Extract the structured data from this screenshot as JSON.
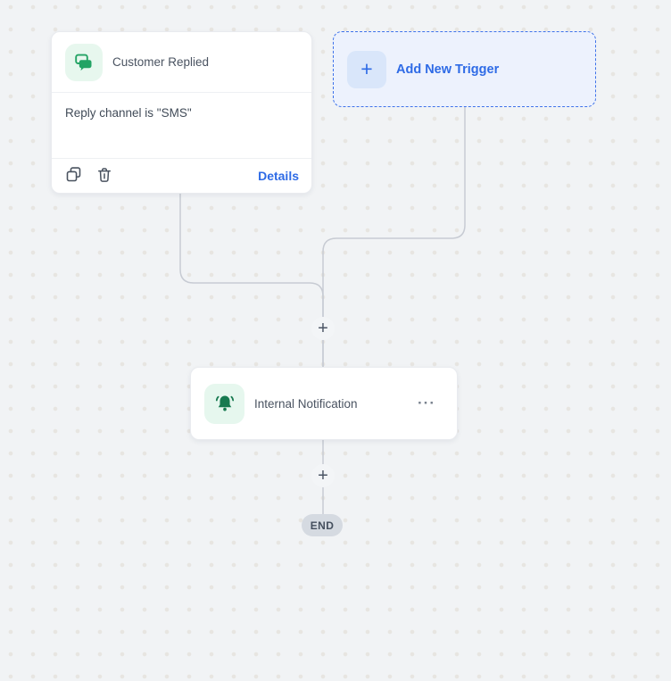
{
  "canvas": {
    "background_color": "#f1f3f5",
    "dot_color": "#e7e5e1"
  },
  "icons": {
    "plus": "+",
    "ellipsis": "···"
  },
  "trigger_card": {
    "title": "Customer Replied",
    "condition": "Reply channel is \"SMS\"",
    "details_label": "Details",
    "accent_color": "#23a364",
    "icon_bg_color": "#e7f7ee"
  },
  "add_trigger_button": {
    "label": "Add New Trigger",
    "accent_color": "#2e6be6",
    "background_color": "#edf2fd"
  },
  "action_card": {
    "title": "Internal Notification",
    "accent_color": "#177a50",
    "icon_bg_color": "#e6f7ee"
  },
  "end_node": {
    "label": "END",
    "background_color": "#d5dae1"
  },
  "connector": {
    "line_color": "#c7cbd3"
  }
}
